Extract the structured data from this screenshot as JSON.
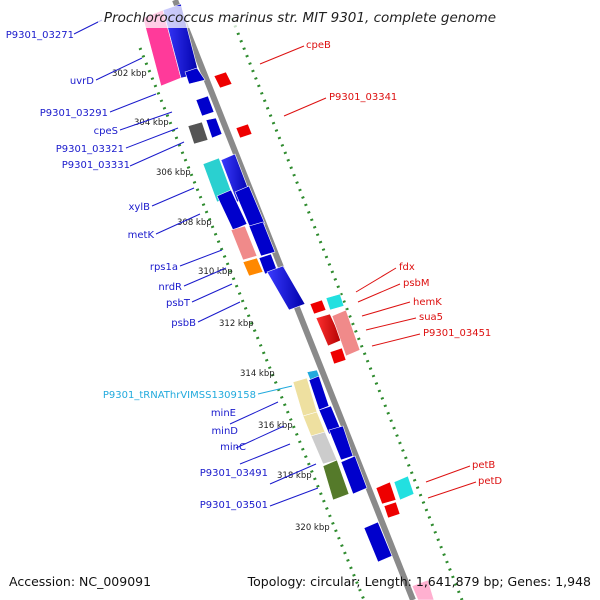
{
  "title": "Prochlorococcus marinus str. MIT 9301, complete genome",
  "accession": "Accession: NC_009091",
  "topology": "Topology: circular; Length: 1,641,879 bp; Genes: 1,948",
  "colors": {
    "backbone": "#8a8a8a",
    "ruler": "#2e8b2e",
    "forward_label": "#1a1acc",
    "reverse_label": "#dd1111",
    "trna_label": "#22aadd"
  },
  "ticks": [
    "302 kbp",
    "304 kbp",
    "306 kbp",
    "308 kbp",
    "310 kbp",
    "312 kbp",
    "314 kbp",
    "316 kbp",
    "318 kbp",
    "320 kbp"
  ],
  "forward_genes": [
    "P9301_03271",
    "uvrD",
    "P9301_03291",
    "cpeS",
    "P9301_03321",
    "P9301_03331",
    "xylB",
    "metK",
    "rps1a",
    "nrdR",
    "psbT",
    "psbB",
    "P9301_tRNAThrVIMSS1309158",
    "minE",
    "minD",
    "minC",
    "P9301_03491",
    "P9301_03501"
  ],
  "reverse_genes": [
    "cpeB",
    "P9301_03341",
    "fdx",
    "psbM",
    "hemK",
    "sua5",
    "P9301_03451",
    "petB",
    "petD"
  ]
}
